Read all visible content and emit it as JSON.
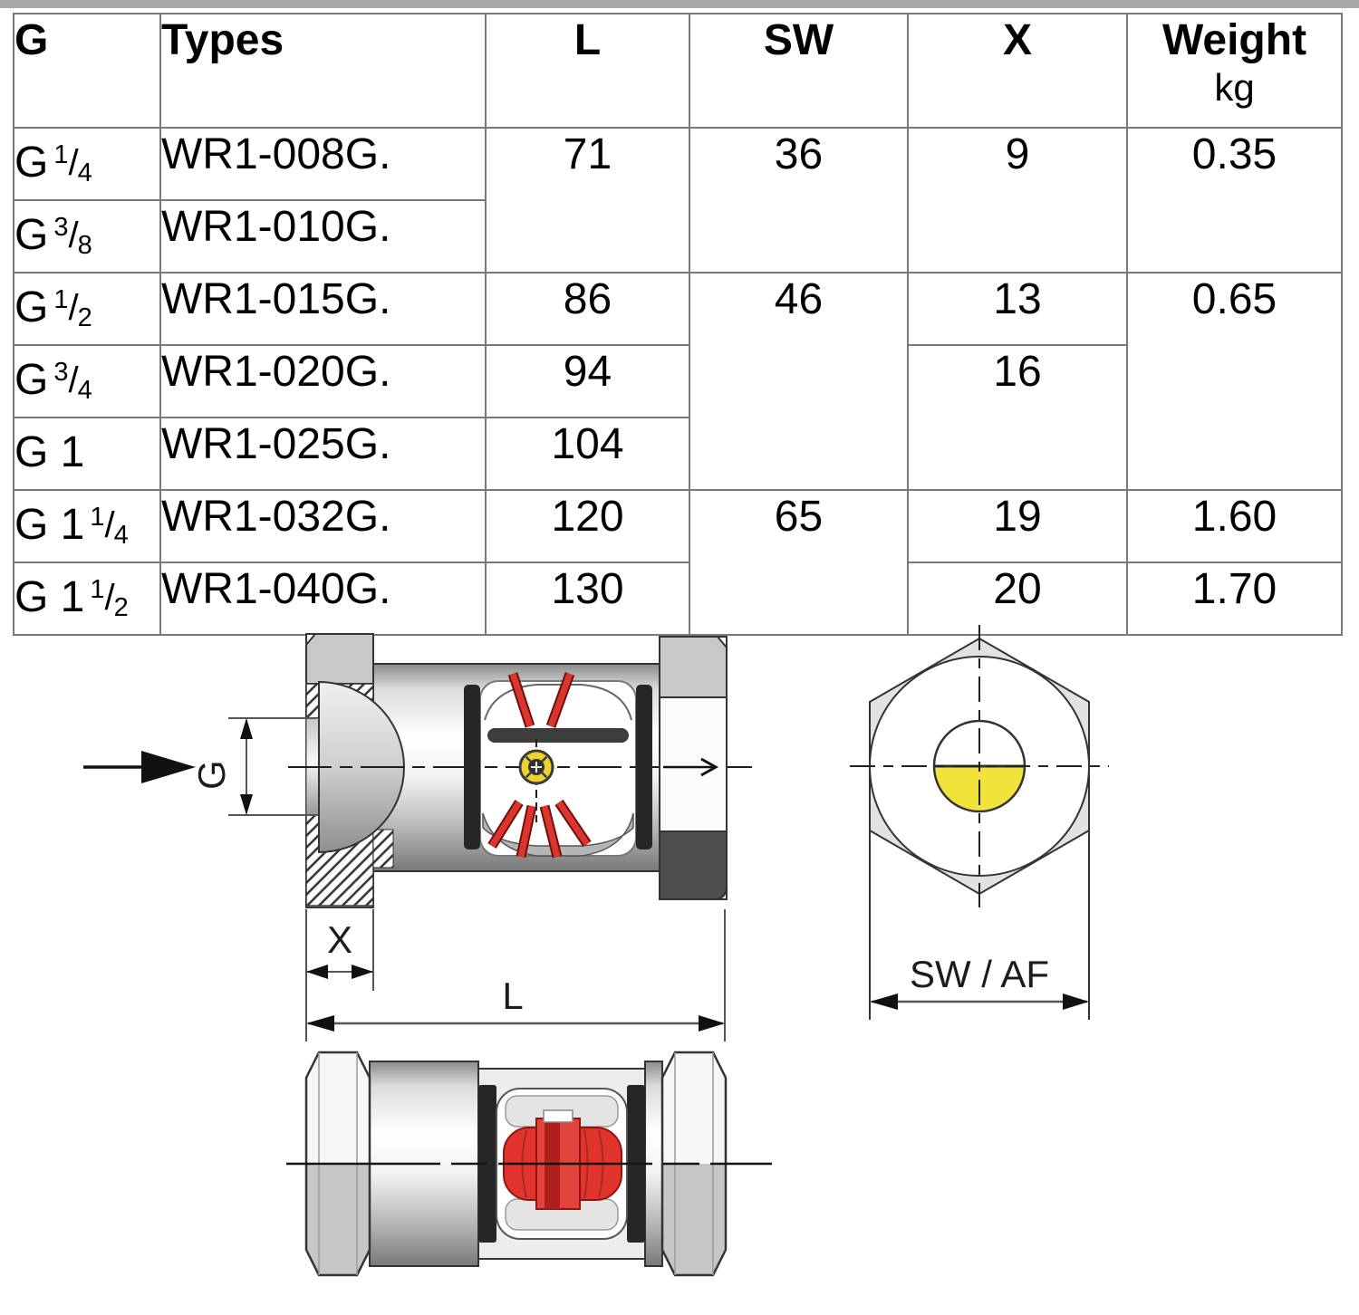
{
  "table": {
    "headers": {
      "g": "G",
      "types": "Types",
      "l": "L",
      "sw": "SW",
      "x": "X",
      "weight": "Weight",
      "weight_unit": "kg"
    },
    "rows": [
      {
        "g": "G",
        "num": "1",
        "sep": "/",
        "den": "4",
        "type": "WR1-008G.",
        "l": "71",
        "sw": "36",
        "x": "9",
        "weight": "0.35"
      },
      {
        "g": "G",
        "num": "3",
        "sep": "/",
        "den": "8",
        "type": "WR1-010G."
      },
      {
        "g": "G",
        "num": "1",
        "sep": "/",
        "den": "2",
        "type": "WR1-015G.",
        "l": "86",
        "sw": "46",
        "x": "13",
        "weight": "0.65"
      },
      {
        "g": "G",
        "num": "3",
        "sep": "/",
        "den": "4",
        "type": "WR1-020G.",
        "l": "94",
        "x": "16"
      },
      {
        "g": "G 1",
        "num": "",
        "sep": "",
        "den": "",
        "type": "WR1-025G.",
        "l": "104"
      },
      {
        "g": "G 1",
        "num": "1",
        "sep": "/",
        "den": "4",
        "type": "WR1-032G.",
        "l": "120",
        "sw": "65",
        "x": "19",
        "weight": "1.60"
      },
      {
        "g": "G 1",
        "num": "1",
        "sep": "/",
        "den": "2",
        "type": "WR1-040G.",
        "l": "130",
        "x": "20",
        "weight": "1.70"
      }
    ]
  },
  "drawing": {
    "dim_labels": {
      "g": "G",
      "x": "X",
      "l": "L",
      "sw_af": "SW / AF"
    },
    "colors": {
      "rotor_red": "#da352e",
      "indicator_yellow": "#f1e23c",
      "seal_dark": "#262626",
      "metal_gray": "#c8c8c8",
      "outline": "#333333"
    }
  }
}
